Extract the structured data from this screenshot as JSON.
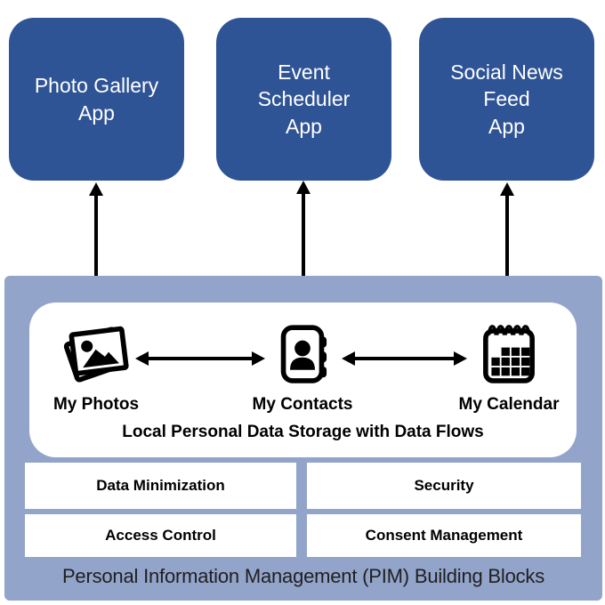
{
  "colors": {
    "app_box_blue": "#2F5496",
    "pim_background_blue": "#92A4CA",
    "app_text": "#FFFFFF",
    "label_text": "#000000",
    "arrow_black": "#000000"
  },
  "apps": [
    {
      "label": "Photo Gallery\nApp"
    },
    {
      "label": "Event\nScheduler\nApp"
    },
    {
      "label": "Social News\nFeed\nApp"
    }
  ],
  "storage": {
    "items": [
      {
        "icon": "photos-icon",
        "label": "My Photos"
      },
      {
        "icon": "contacts-icon",
        "label": "My Contacts"
      },
      {
        "icon": "calendar-icon",
        "label": "My Calendar"
      }
    ],
    "caption": "Local Personal Data Storage with Data Flows"
  },
  "pim": {
    "blocks": [
      "Data Minimization",
      "Security",
      "Access Control",
      "Consent Management"
    ],
    "caption": "Personal Information Management (PIM) Building Blocks"
  }
}
